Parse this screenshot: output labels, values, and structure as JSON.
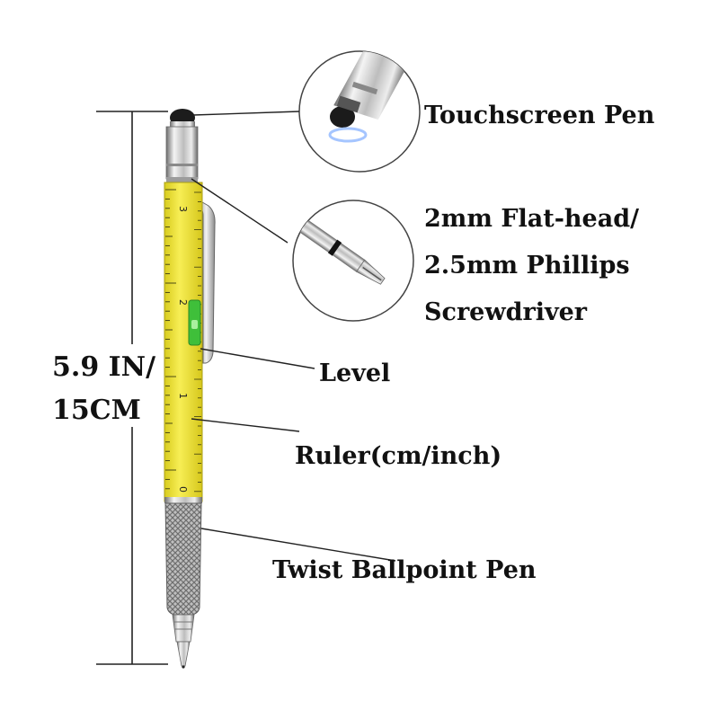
{
  "dimension": {
    "line1": "5.9 IN/",
    "line2": "15CM"
  },
  "callouts": {
    "touchscreen": "Touchscreen Pen",
    "screwdriver_line1": "2mm Flat-head/",
    "screwdriver_line2": "2.5mm Phillips",
    "screwdriver_line3": "Screwdriver",
    "level": "Level",
    "ruler": "Ruler(cm/inch)",
    "ballpoint": "Twist Ballpoint Pen"
  },
  "ruler": {
    "numbers": [
      "3",
      "2",
      "1",
      "0"
    ]
  },
  "colors": {
    "barrel": "#f2e637",
    "level_vial": "#3fbf3a",
    "metal": "#c8c8c8",
    "text": "#111111"
  }
}
